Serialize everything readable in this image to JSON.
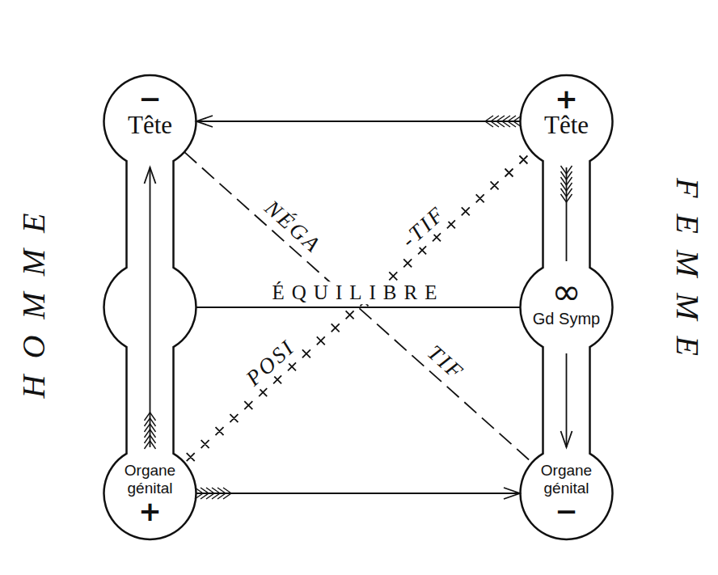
{
  "diagram": {
    "nodes": [
      {
        "text": [
          "HOMME"
        ]
      },
      {
        "text": [
          "−",
          "Tête"
        ],
        "in": 0
      },
      {
        "text": [
          "Organe génital",
          "+"
        ],
        "in": 0
      },
      {
        "text": [
          "FEMME"
        ]
      },
      {
        "text": [
          "+",
          "Tête"
        ],
        "in": 3
      },
      {
        "text": [
          "∞",
          "Gd Symp"
        ],
        "in": 3
      },
      {
        "text": [
          "Organe génital",
          "−"
        ],
        "in": 3
      }
    ],
    "edges": [
      {
        "from": 4,
        "to": 1,
        "arrow": "to"
      },
      {
        "from": 1,
        "to": 6,
        "label": "NÉGA",
        "arrow": "none"
      },
      {
        "from": 0,
        "to": 3,
        "label": "ÉQUILIBRE",
        "arrow": "none"
      },
      {
        "from": 2,
        "to": 4,
        "label": "POSI",
        "arrow": "none"
      },
      {
        "from": 2,
        "to": 6,
        "arrow": "to"
      },
      {
        "from": 2,
        "to": 1,
        "arrow": "to"
      },
      {
        "from": 4,
        "to": 5,
        "arrow": "none"
      },
      {
        "from": 5,
        "to": 6,
        "arrow": "to"
      }
    ],
    "labels": [
      "-TIF",
      "TIF"
    ]
  }
}
